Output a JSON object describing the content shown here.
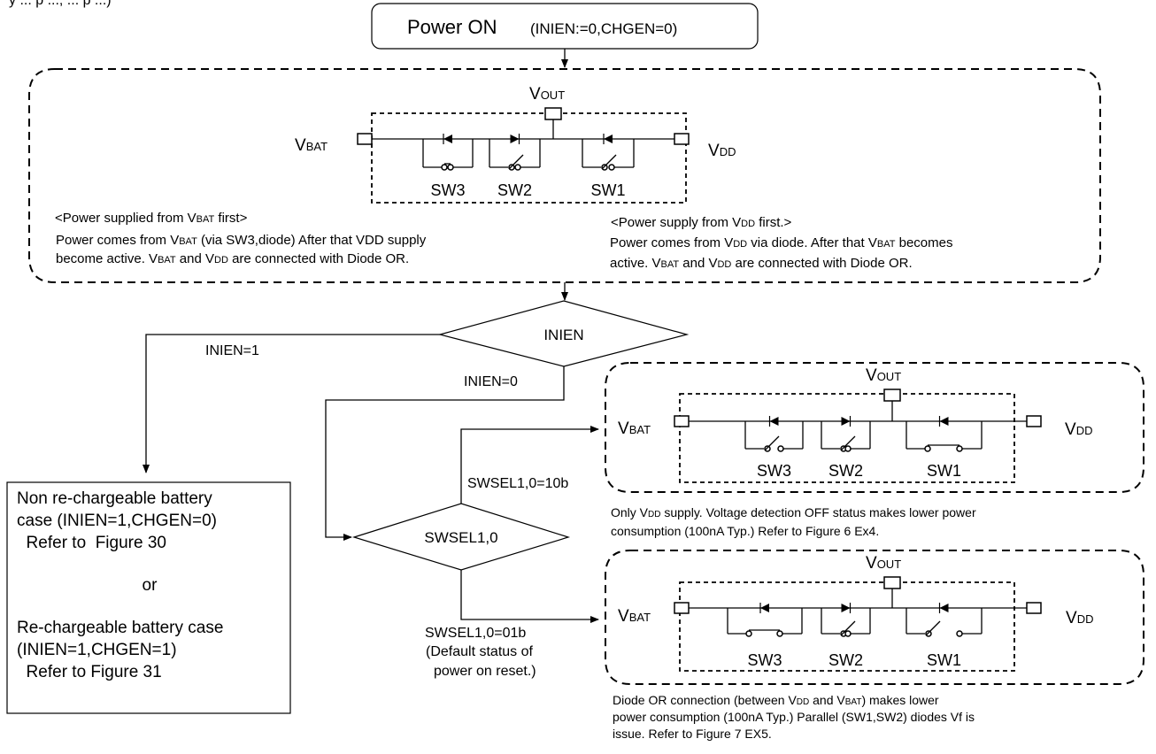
{
  "top_fragment": "y ... p ..., ... p ...)",
  "start": {
    "main": "Power ON",
    "params": "(INIEN:=0,CHGEN=0)"
  },
  "circuit": {
    "vout": [
      "V",
      "OUT"
    ],
    "vbat": [
      "V",
      "BAT"
    ],
    "vdd": [
      "V",
      "DD"
    ],
    "sw3": "SW3",
    "sw2": "SW2",
    "sw1": "SW1"
  },
  "vbat_first": {
    "title": [
      "<Power supplied from V",
      "BAT",
      " first>"
    ],
    "l1": [
      "Power comes from V",
      "BAT",
      " (via  SW3,diode) After that VDD supply"
    ],
    "l2": [
      "become active. V",
      "BAT",
      " and V",
      "DD",
      " are connected with Diode OR."
    ]
  },
  "vdd_first": {
    "title": [
      "<Power supply from V",
      "DD",
      " first.>"
    ],
    "l1": [
      "Power comes from V",
      "DD",
      " via diode. After that V",
      "BAT",
      " becomes"
    ],
    "l2": [
      "active. V",
      "BAT",
      " and V",
      "DD",
      " are connected with Diode OR."
    ]
  },
  "decision1": {
    "label": "INIEN",
    "yes": "INIEN=1",
    "no": "INIEN=0"
  },
  "decision2": {
    "label": "SWSEL1,0",
    "opt10": "SWSEL1,0=10b",
    "opt01_l1": "SWSEL1,0=01b",
    "opt01_l2": "(Default status of",
    "opt01_l3": "power on reset.)"
  },
  "only_vdd": {
    "l1": [
      "Only V",
      "DD",
      " supply. Voltage detection OFF status makes lower power"
    ],
    "l2": "consumption (100nA Typ.)  Refer to Figure 6  Ex4."
  },
  "diode_or": {
    "l1": [
      "Diode OR connection (between V",
      "DD",
      " and V",
      "BAT",
      ") makes lower"
    ],
    "l2": "power consumption (100nA Typ.) Parallel (SW1,SW2) diodes Vf is",
    "l3": "issue. Refer to Figure 7 EX5."
  },
  "battery": {
    "l1": "Non re-chargeable battery",
    "l2": "case  (INIEN=1,CHGEN=0)",
    "l3": "  Refer to  Figure 30",
    "or": "or",
    "l4": "Re-chargeable battery case",
    "l5": "(INIEN=1,CHGEN=1)",
    "l6": "  Refer to Figure 31"
  }
}
